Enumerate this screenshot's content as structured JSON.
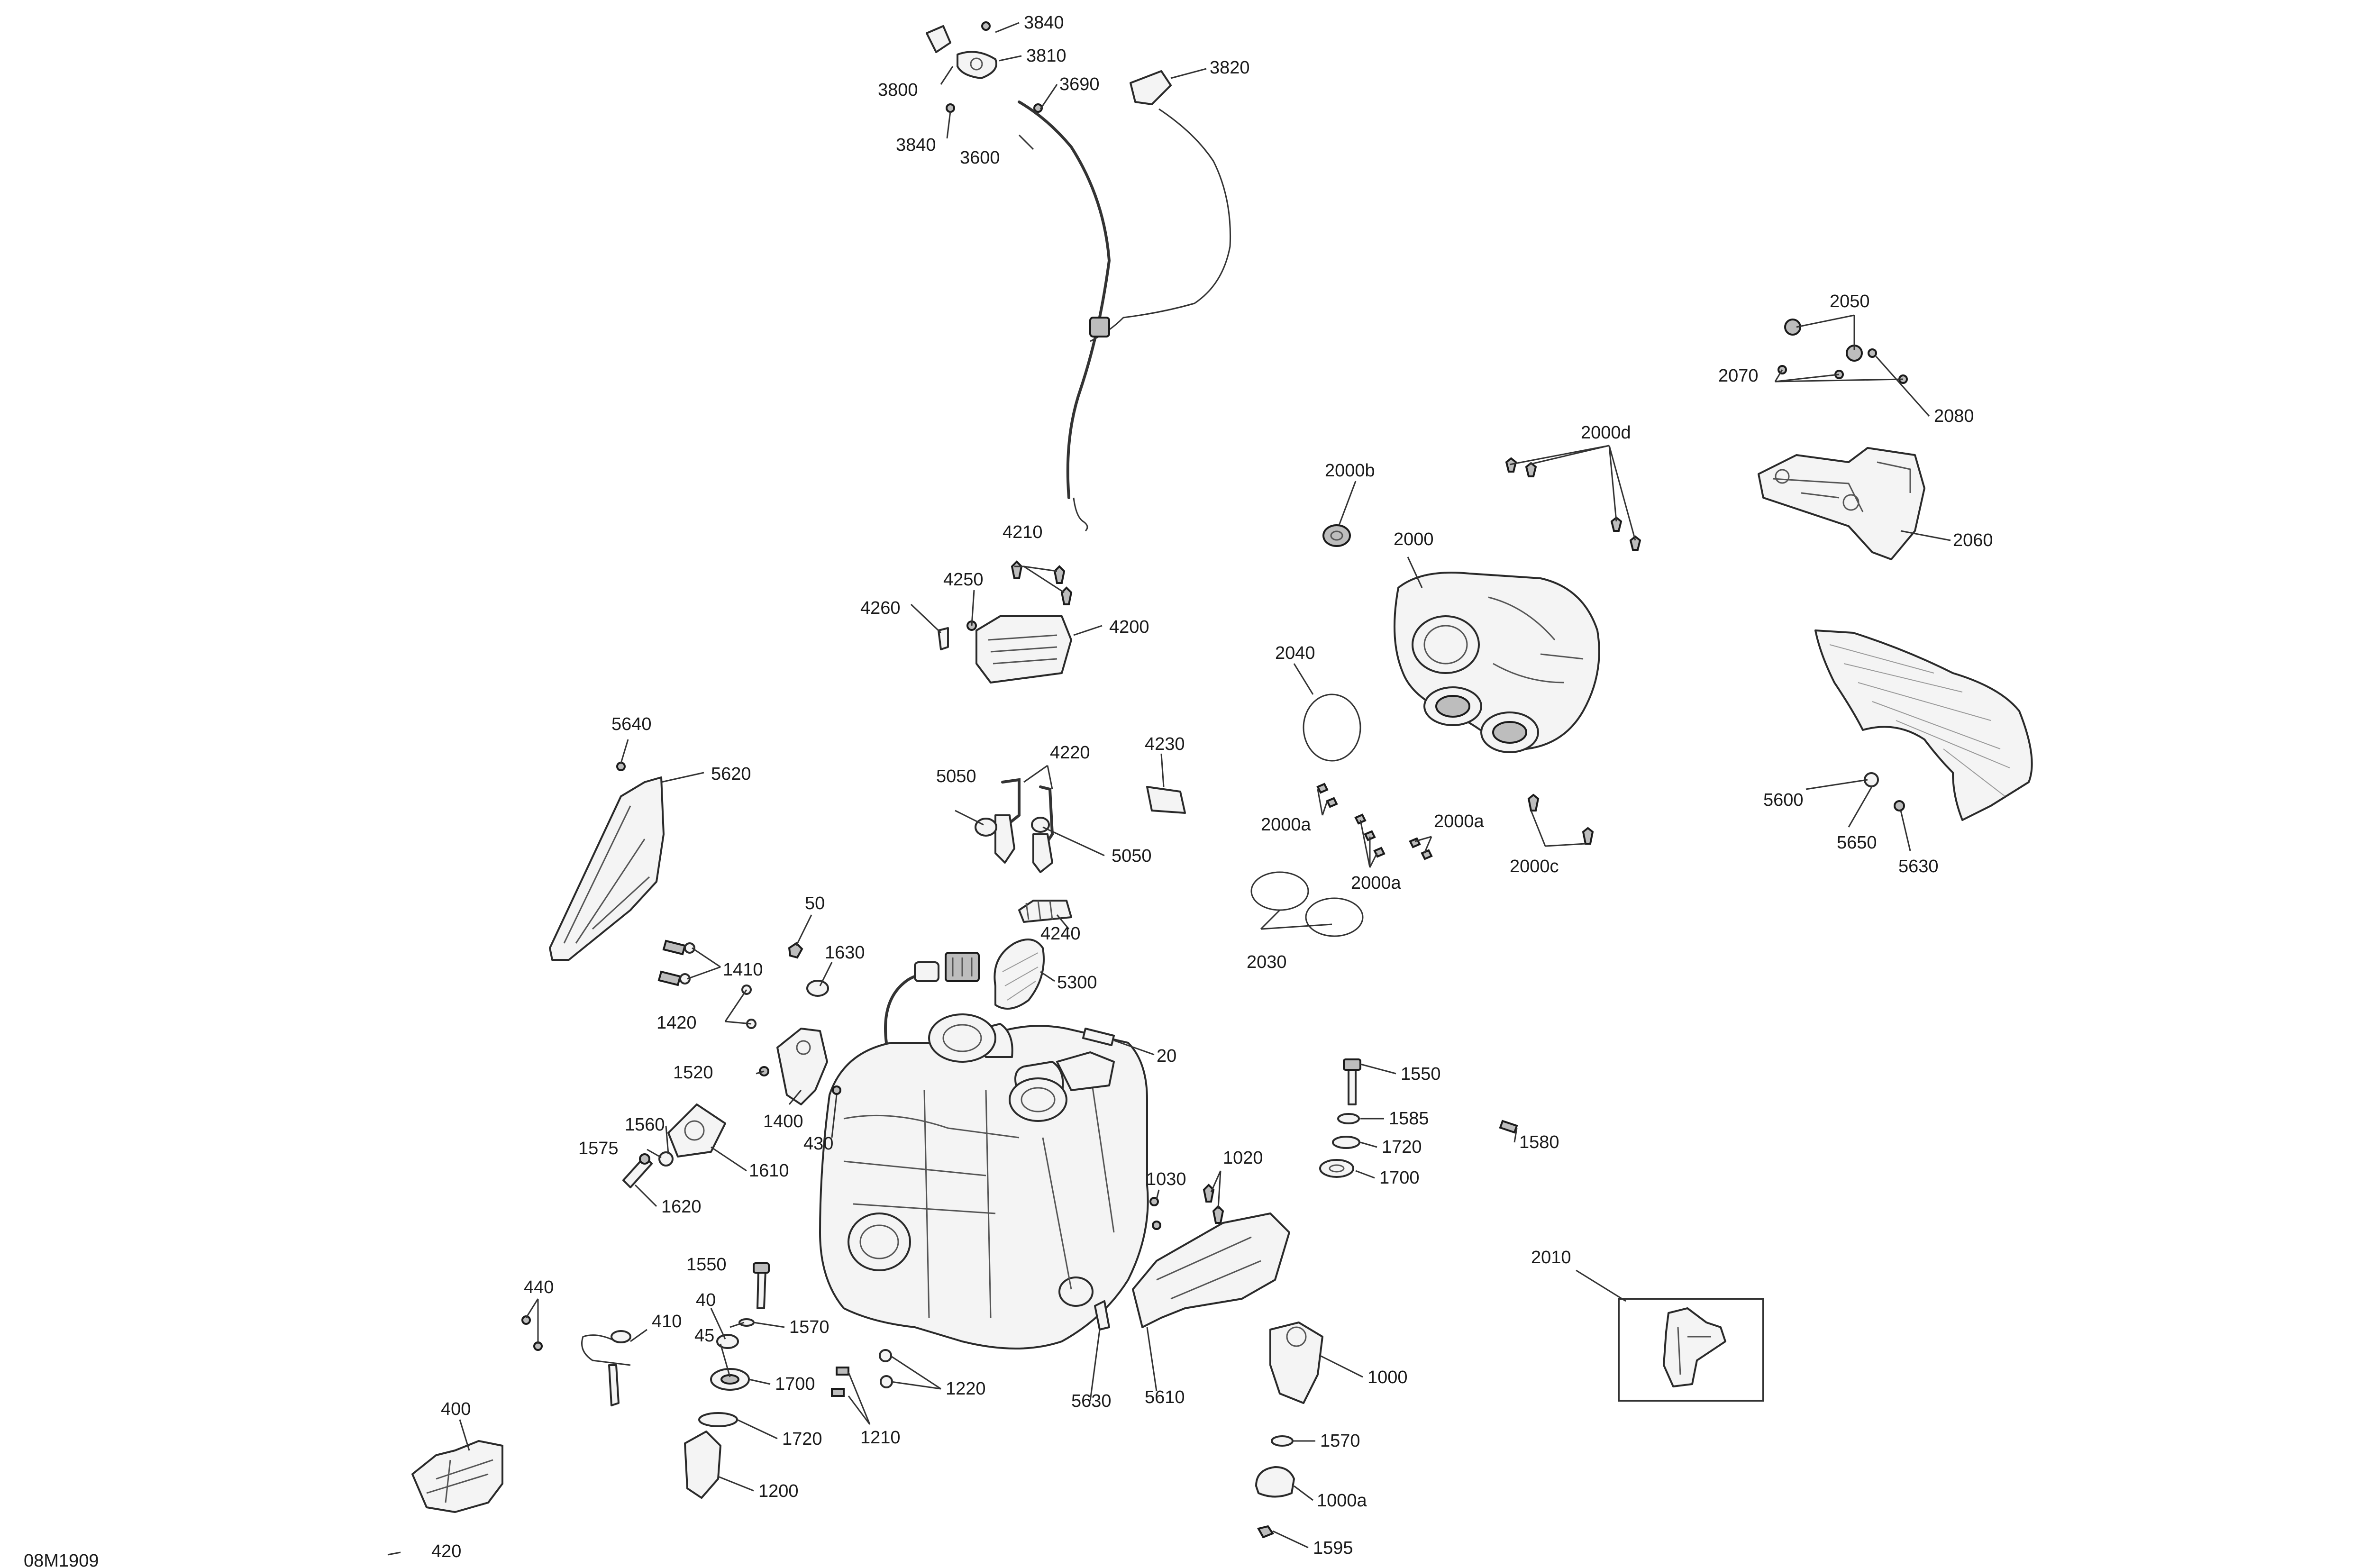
{
  "document_ref": "08M1909",
  "callouts": {
    "c3840a": "3840",
    "c3810": "3810",
    "c3800": "3800",
    "c3690": "3690",
    "c3840b": "3840",
    "c3600": "3600",
    "c3820": "3820",
    "c2050": "2050",
    "c2070": "2070",
    "c2080": "2080",
    "c2060": "2060",
    "c2000d": "2000d",
    "c2000b": "2000b",
    "c2000": "2000",
    "c4210": "4210",
    "c4250": "4250",
    "c4260": "4260",
    "c4200": "4200",
    "c2040": "2040",
    "c5640": "5640",
    "c5620": "5620",
    "c4220": "4220",
    "c4230": "4230",
    "c5050a": "5050",
    "c5050b": "5050",
    "c2000a1": "2000a",
    "c2000a2": "2000a",
    "c2000a3": "2000a",
    "c2000c": "2000c",
    "c5600": "5600",
    "c5650": "5650",
    "c5630a": "5630",
    "c2030": "2030",
    "c4240": "4240",
    "c50": "50",
    "c1630": "1630",
    "c1410": "1410",
    "c5300": "5300",
    "c1420": "1420",
    "c20": "20",
    "c1520": "1520",
    "c1400": "1400",
    "c1550a": "1550",
    "c1560": "1560",
    "c430": "430",
    "c1585": "1585",
    "c1575": "1575",
    "c1610": "1610",
    "c1720a": "1720",
    "c1580": "1580",
    "c1700a": "1700",
    "c1620": "1620",
    "c1020": "1020",
    "c1030": "1030",
    "c2010": "2010",
    "c440": "440",
    "c1550b": "1550",
    "c40": "40",
    "c410": "410",
    "c1570a": "1570",
    "c45": "45",
    "c1700b": "1700",
    "c1220": "1220",
    "c5630b": "5630",
    "c5610": "5610",
    "c1000": "1000",
    "c400": "400",
    "c1210": "1210",
    "c1720b": "1720",
    "c1570b": "1570",
    "c1200": "1200",
    "c1000a": "1000a",
    "c420": "420",
    "c1595": "1595"
  }
}
